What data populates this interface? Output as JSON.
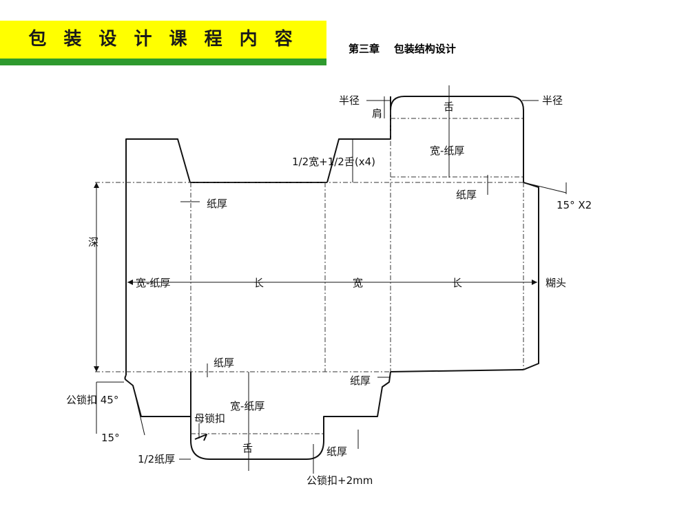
{
  "header": {
    "title": "包 装 设 计 课 程 内 容",
    "subtitle": "第三章    包装结构设计"
  },
  "colors": {
    "title_bg": "#ffff00",
    "accent": "#2e9a2e"
  },
  "diagram": {
    "labels": {
      "radius_left": "半径",
      "radius_right": "半径",
      "shoulder": "肩",
      "tongue_top": "舌",
      "width_minus_thickness_top": "宽-纸厚",
      "half_width_half_tongue": "1/2宽+1/2舌(x4)",
      "paper_thickness_top_right": "纸厚",
      "angle_15_x2": "15° X2",
      "paper_thickness_left": "纸厚",
      "depth": "深",
      "width_minus_thickness_left": "宽-纸厚",
      "length_1": "长",
      "width_panel": "宽",
      "length_2": "长",
      "glue_flap": "糊头",
      "paper_thickness_bottom_left": "纸厚",
      "paper_thickness_bottom_mid": "纸厚",
      "male_lock_45": "公锁扣 45°",
      "width_minus_thickness_bottom": "宽-纸厚",
      "female_lock": "母锁扣",
      "angle_15": "15°",
      "tongue_bottom": "舌",
      "paper_thickness_bottom_right": "纸厚",
      "half_paper_thickness": "1/2纸厚",
      "male_lock_plus_2mm": "公锁扣+2mm"
    }
  }
}
